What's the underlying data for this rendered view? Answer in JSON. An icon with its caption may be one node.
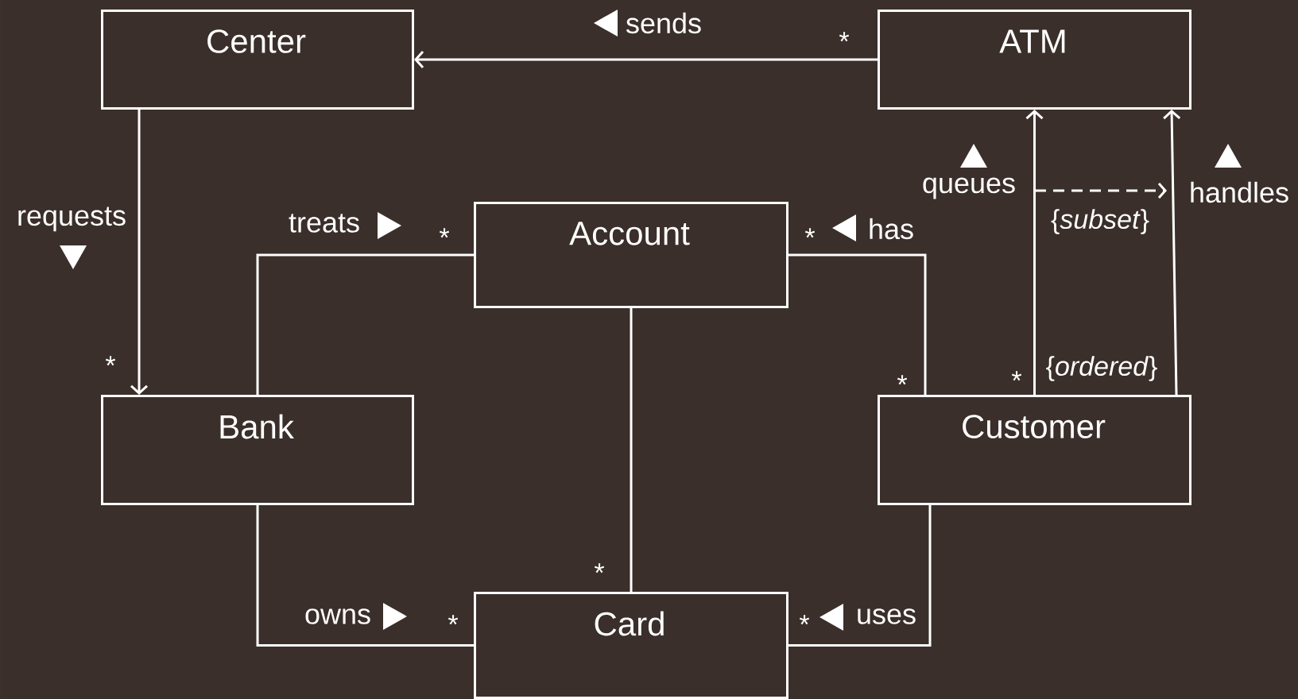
{
  "diagram": {
    "nodes": [
      {
        "text": [
          "Center"
        ]
      },
      {
        "text": [
          "ATM"
        ]
      },
      {
        "text": [
          "Account"
        ]
      },
      {
        "text": [
          "Bank"
        ]
      },
      {
        "text": [
          "Customer"
        ]
      },
      {
        "text": [
          "Card"
        ]
      }
    ],
    "edges": [
      {
        "from": 1,
        "to": 0,
        "arrow": "to",
        "label": "sends"
      },
      {
        "from": 0,
        "to": 3,
        "arrow": "to",
        "label": "requests"
      },
      {
        "from": 3,
        "to": 2,
        "arrow": "none",
        "label": "treats"
      },
      {
        "from": 2,
        "to": 4,
        "arrow": "none",
        "label": "has"
      },
      {
        "from": 2,
        "to": 5,
        "arrow": "none"
      },
      {
        "from": 3,
        "to": 5,
        "arrow": "none",
        "label": "owns"
      },
      {
        "from": 4,
        "to": 5,
        "arrow": "none",
        "label": "uses"
      },
      {
        "from": 4,
        "to": 1,
        "arrow": "to",
        "label": "queues"
      },
      {
        "from": 4,
        "to": 1,
        "arrow": "to",
        "label": "handles"
      }
    ],
    "labels": [
      "*",
      "*",
      "*",
      "{*subset*}",
      "*",
      "{*ordered*}",
      "*",
      "*",
      "*",
      "*",
      "*"
    ]
  }
}
